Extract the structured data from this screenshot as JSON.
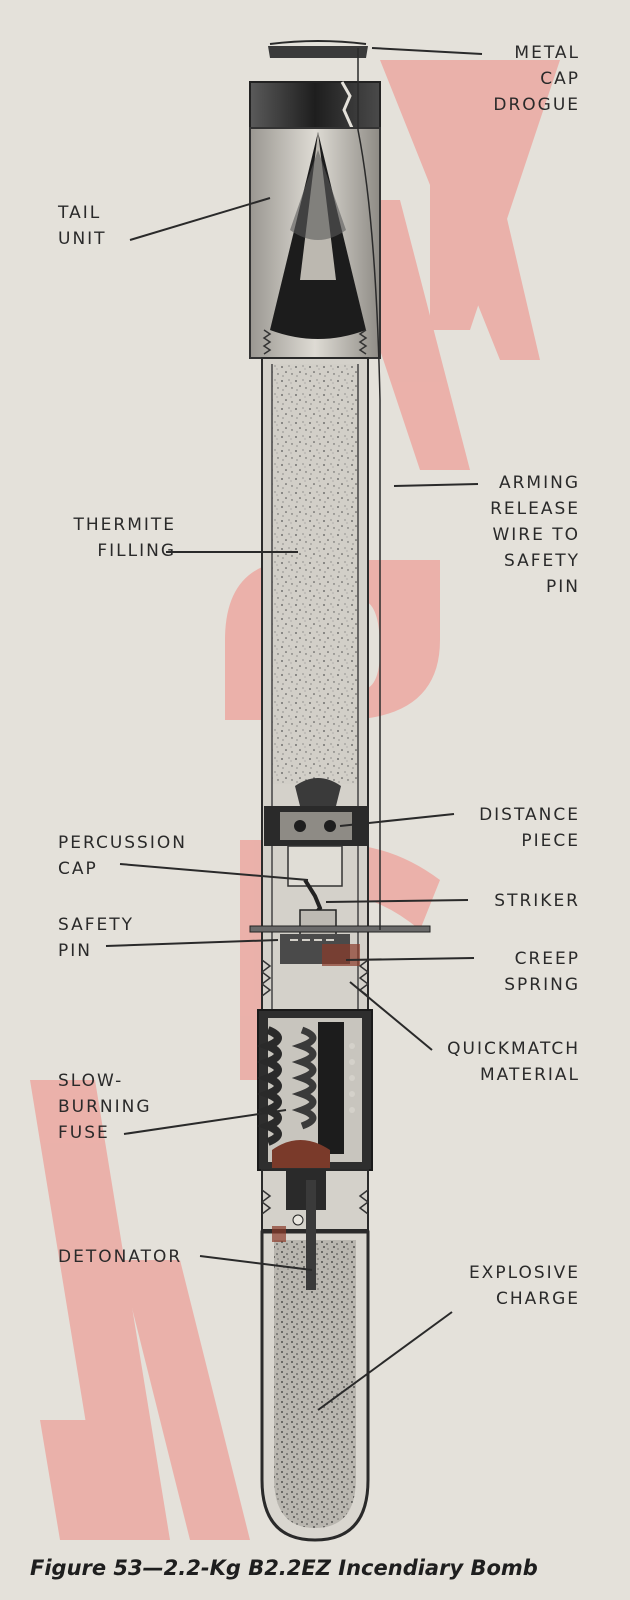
{
  "labels": {
    "metal_cap_drogue": [
      "METAL",
      "CAP",
      "DROGUE"
    ],
    "tail_unit": [
      "TAIL",
      "UNIT"
    ],
    "arming_release_wire": [
      "ARMING",
      "RELEASE",
      "WIRE TO",
      "SAFETY",
      "PIN"
    ],
    "thermite_filling": [
      "THERMITE",
      "FILLING"
    ],
    "distance_piece": [
      "DISTANCE",
      "PIECE"
    ],
    "percussion_cap": [
      "PERCUSSION",
      "CAP"
    ],
    "striker": "STRIKER",
    "safety_pin": [
      "SAFETY",
      "PIN"
    ],
    "creep_spring": [
      "CREEP",
      "SPRING"
    ],
    "quickmatch_material": [
      "QUICKMATCH",
      "MATERIAL"
    ],
    "slow_burning_fuse": [
      "SLOW-",
      "BURNING",
      "FUSE"
    ],
    "detonator": "DETONATOR",
    "explosive_charge": [
      "EXPLOSIVE",
      "CHARGE"
    ]
  },
  "caption": "Figure 53—2.2-Kg B2.2EZ Incendiary Bomb",
  "colors": {
    "paper": "#e4e1da",
    "ink": "#2a2a2a",
    "casing": "#d9d6cf",
    "dark_metal": "#2e2e2e",
    "filling": "#c9c6bf",
    "watermark": "#f08a84"
  }
}
